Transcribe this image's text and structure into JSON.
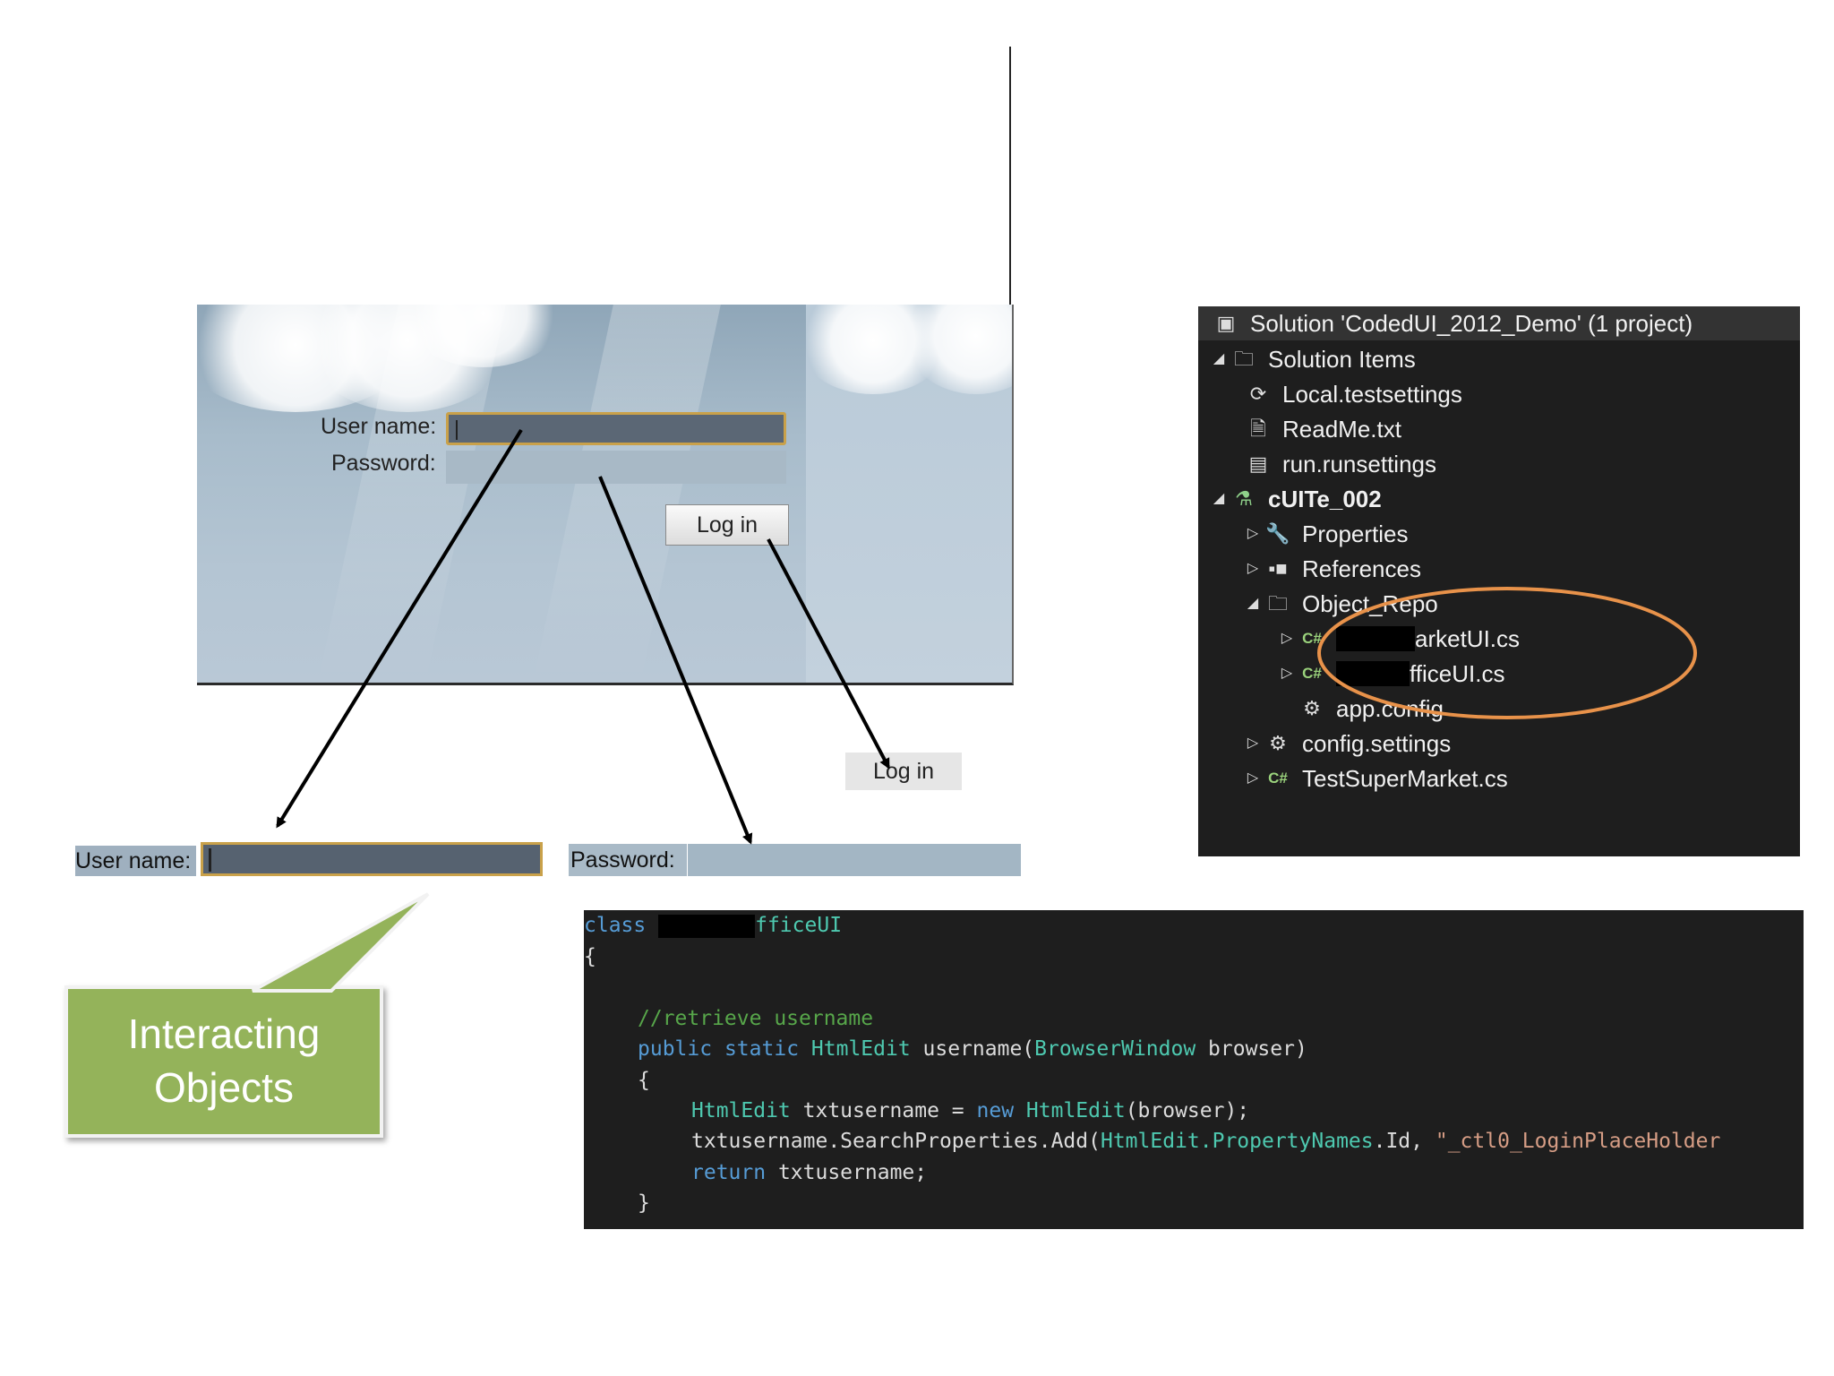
{
  "login_form": {
    "user_label": "User name:",
    "password_label": "Password:",
    "login_button": "Log in"
  },
  "cropped_widgets": {
    "login_button": "Log in",
    "user_label": "User name:",
    "password_label": "Password:"
  },
  "callout": {
    "text": "Interacting\nObjects",
    "color": "#94b35a"
  },
  "solution_explorer": {
    "title": "Solution 'CodedUI_2012_Demo' (1 project)",
    "items": [
      {
        "label": "Solution Items",
        "icon": "folder-icon"
      },
      {
        "label": "Local.testsettings",
        "icon": "testsettings-icon"
      },
      {
        "label": "ReadMe.txt",
        "icon": "text-file-icon"
      },
      {
        "label": "run.runsettings",
        "icon": "runsettings-icon"
      },
      {
        "label": "cUITe_002",
        "icon": "test-project-icon"
      },
      {
        "label": "Properties",
        "icon": "wrench-icon"
      },
      {
        "label": "References",
        "icon": "references-icon"
      },
      {
        "label": "Object_Repo",
        "icon": "folder-icon"
      },
      {
        "label": "arketUI.cs",
        "icon": "csharp-file-icon",
        "redacted_prefix": true
      },
      {
        "label": "fficeUI.cs",
        "icon": "csharp-file-icon",
        "redacted_prefix": true
      },
      {
        "label": "app.config",
        "icon": "config-file-icon"
      },
      {
        "label": "config.settings",
        "icon": "gear-icon"
      },
      {
        "label": "TestSuperMarket.cs",
        "icon": "csharp-file-icon"
      }
    ],
    "highlight_color": "#e8924a"
  },
  "code": {
    "class_kw": "class",
    "class_name": "fficeUI",
    "open_brace": "{",
    "comment": "//retrieve username",
    "public": "public",
    "static": "static",
    "type_htmledit": "HtmlEdit",
    "method": " username(",
    "browser_window": "BrowserWindow",
    "param": " browser)",
    "inner_brace_open": "{",
    "decl_rest": " txtusername = ",
    "new_kw": "new",
    "ctor_args": "(browser);",
    "search_line_a": "txtusername.SearchProperties.Add(",
    "property_names": "HtmlEdit.PropertyNames",
    "search_line_b": ".Id, ",
    "search_string": "\"_ctl0_LoginPlaceHolder",
    "return_kw": "return",
    "return_rest": " txtusername;",
    "inner_brace_close": "}"
  }
}
